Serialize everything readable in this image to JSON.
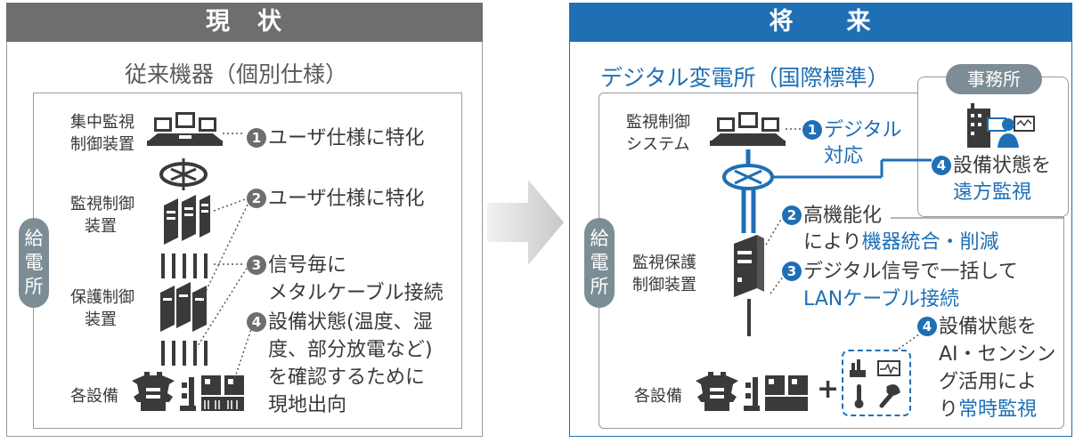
{
  "left": {
    "header": "現　状",
    "subtitle": "従来機器（個別仕様）",
    "side_label": [
      "給",
      "電",
      "所"
    ],
    "labels": {
      "central": [
        "集中監視",
        "制御装置"
      ],
      "monitor": [
        "監視制御",
        "装置"
      ],
      "protect": [
        "保護制御",
        "装置"
      ],
      "equipment": "各設備"
    },
    "notes": {
      "n1": {
        "num": "1",
        "text": "ユーザ仕様に特化"
      },
      "n2": {
        "num": "2",
        "text": "ユーザ仕様に特化"
      },
      "n3": {
        "num": "3",
        "lines": [
          "信号毎に",
          "メタルケーブル接続"
        ]
      },
      "n4": {
        "num": "4",
        "lines": [
          "設備状態(温度、湿",
          "度、部分放電など)",
          "を確認するために",
          "現地出向"
        ]
      }
    }
  },
  "right": {
    "header": "将　　来",
    "subtitle": "デジタル変電所（国際標準）",
    "side_label": [
      "給",
      "電",
      "所"
    ],
    "office": {
      "title": "事務所",
      "num": "4",
      "line1": "設備状態を",
      "line2": "遠方監視"
    },
    "labels": {
      "system": [
        "監視制御",
        "システム"
      ],
      "protect": [
        "監視保護",
        "制御装置"
      ],
      "equipment": "各設備"
    },
    "notes": {
      "n1": {
        "num": "1",
        "lines": [
          "デジタル",
          "対応"
        ]
      },
      "n2": {
        "num": "2",
        "line1": "高機能化",
        "line2_prefix": "により",
        "line2_blue": "機器統合・削減"
      },
      "n3": {
        "num": "3",
        "line1": "デジタル信号で一括して",
        "line2": "LANケーブル接続"
      },
      "n4": {
        "num": "4",
        "lines": [
          "設備状態を",
          "AI・センシン",
          "グ活用によ"
        ],
        "last_prefix": "り",
        "last_blue": "常時監視"
      }
    },
    "plus": "+"
  },
  "colors": {
    "left_header": "#6e6e6e",
    "right_header": "#1f6fb5",
    "accent_blue": "#1f6fb5",
    "side_gray": "#7d8d96",
    "dark_icon": "#3a3a3a"
  }
}
